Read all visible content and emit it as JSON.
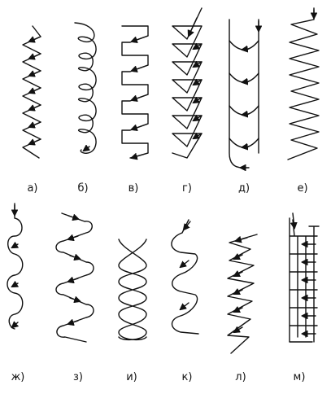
{
  "figure": {
    "panels": [
      {
        "id": "a",
        "label": "а)"
      },
      {
        "id": "b",
        "label": "б)"
      },
      {
        "id": "v",
        "label": "в)"
      },
      {
        "id": "g",
        "label": "г)"
      },
      {
        "id": "d",
        "label": "д)"
      },
      {
        "id": "e",
        "label": "е)"
      },
      {
        "id": "zh",
        "label": "ж)"
      },
      {
        "id": "z",
        "label": "з)"
      },
      {
        "id": "i",
        "label": "и)"
      },
      {
        "id": "k",
        "label": "к)"
      },
      {
        "id": "l",
        "label": "л)"
      },
      {
        "id": "m",
        "label": "м)"
      }
    ],
    "stroke_color": "#111111"
  }
}
